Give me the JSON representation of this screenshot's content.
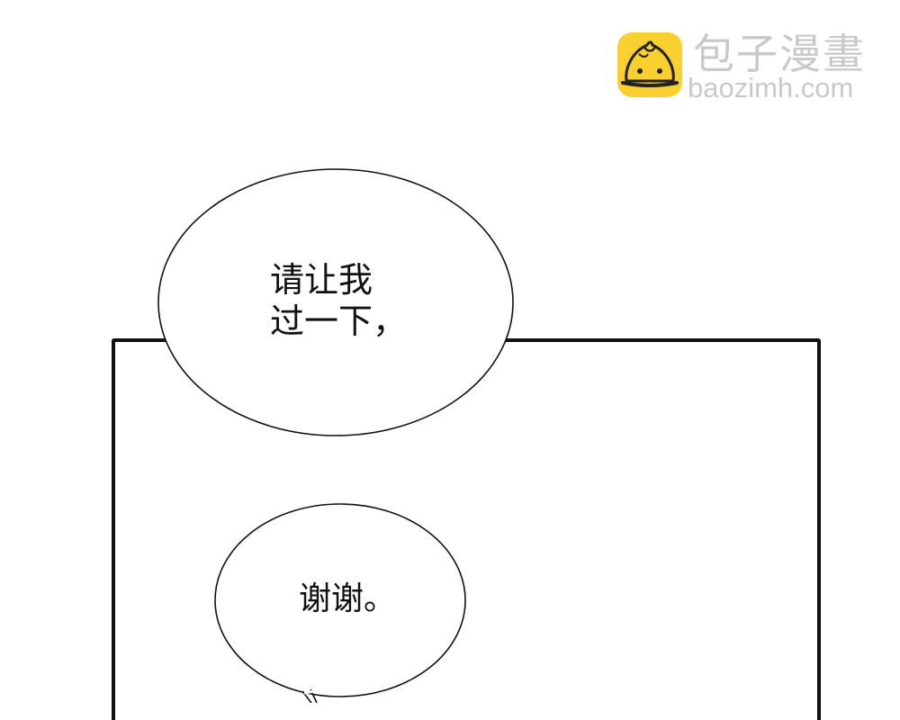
{
  "watermark": {
    "brand_cn": "包子漫畫",
    "brand_url": "baozimh.com",
    "logo_icon": "bun-mascot-icon",
    "logo_color": "#F9D02F"
  },
  "panel": {
    "border_color": "#111111"
  },
  "bubbles": [
    {
      "line1": "请让我",
      "line2": "过一下，"
    },
    {
      "line1": "谢谢。"
    }
  ]
}
